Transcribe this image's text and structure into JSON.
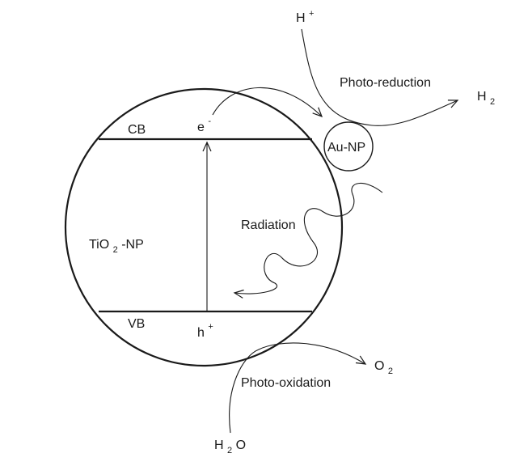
{
  "labels": {
    "cb": "CB",
    "vb": "VB",
    "electron": {
      "base": "e",
      "sup": "-"
    },
    "hole": {
      "base": "h",
      "sup": "+"
    },
    "tio2": {
      "a": "TiO",
      "sub": "2",
      "b": "-NP"
    },
    "au_np": "Au-NP",
    "radiation": "Radiation",
    "h_plus": {
      "base": "H",
      "sup": "+"
    },
    "photo_reduction": "Photo-reduction",
    "h2": {
      "base": "H",
      "sub": "2"
    },
    "o2": {
      "base": "O",
      "sub": "2"
    },
    "photo_oxidation": "Photo-oxidation",
    "h2o": {
      "a": "H",
      "sub": "2",
      "b": "O"
    }
  },
  "colors": {
    "line": "#1a1a1a",
    "background": "#ffffff"
  }
}
